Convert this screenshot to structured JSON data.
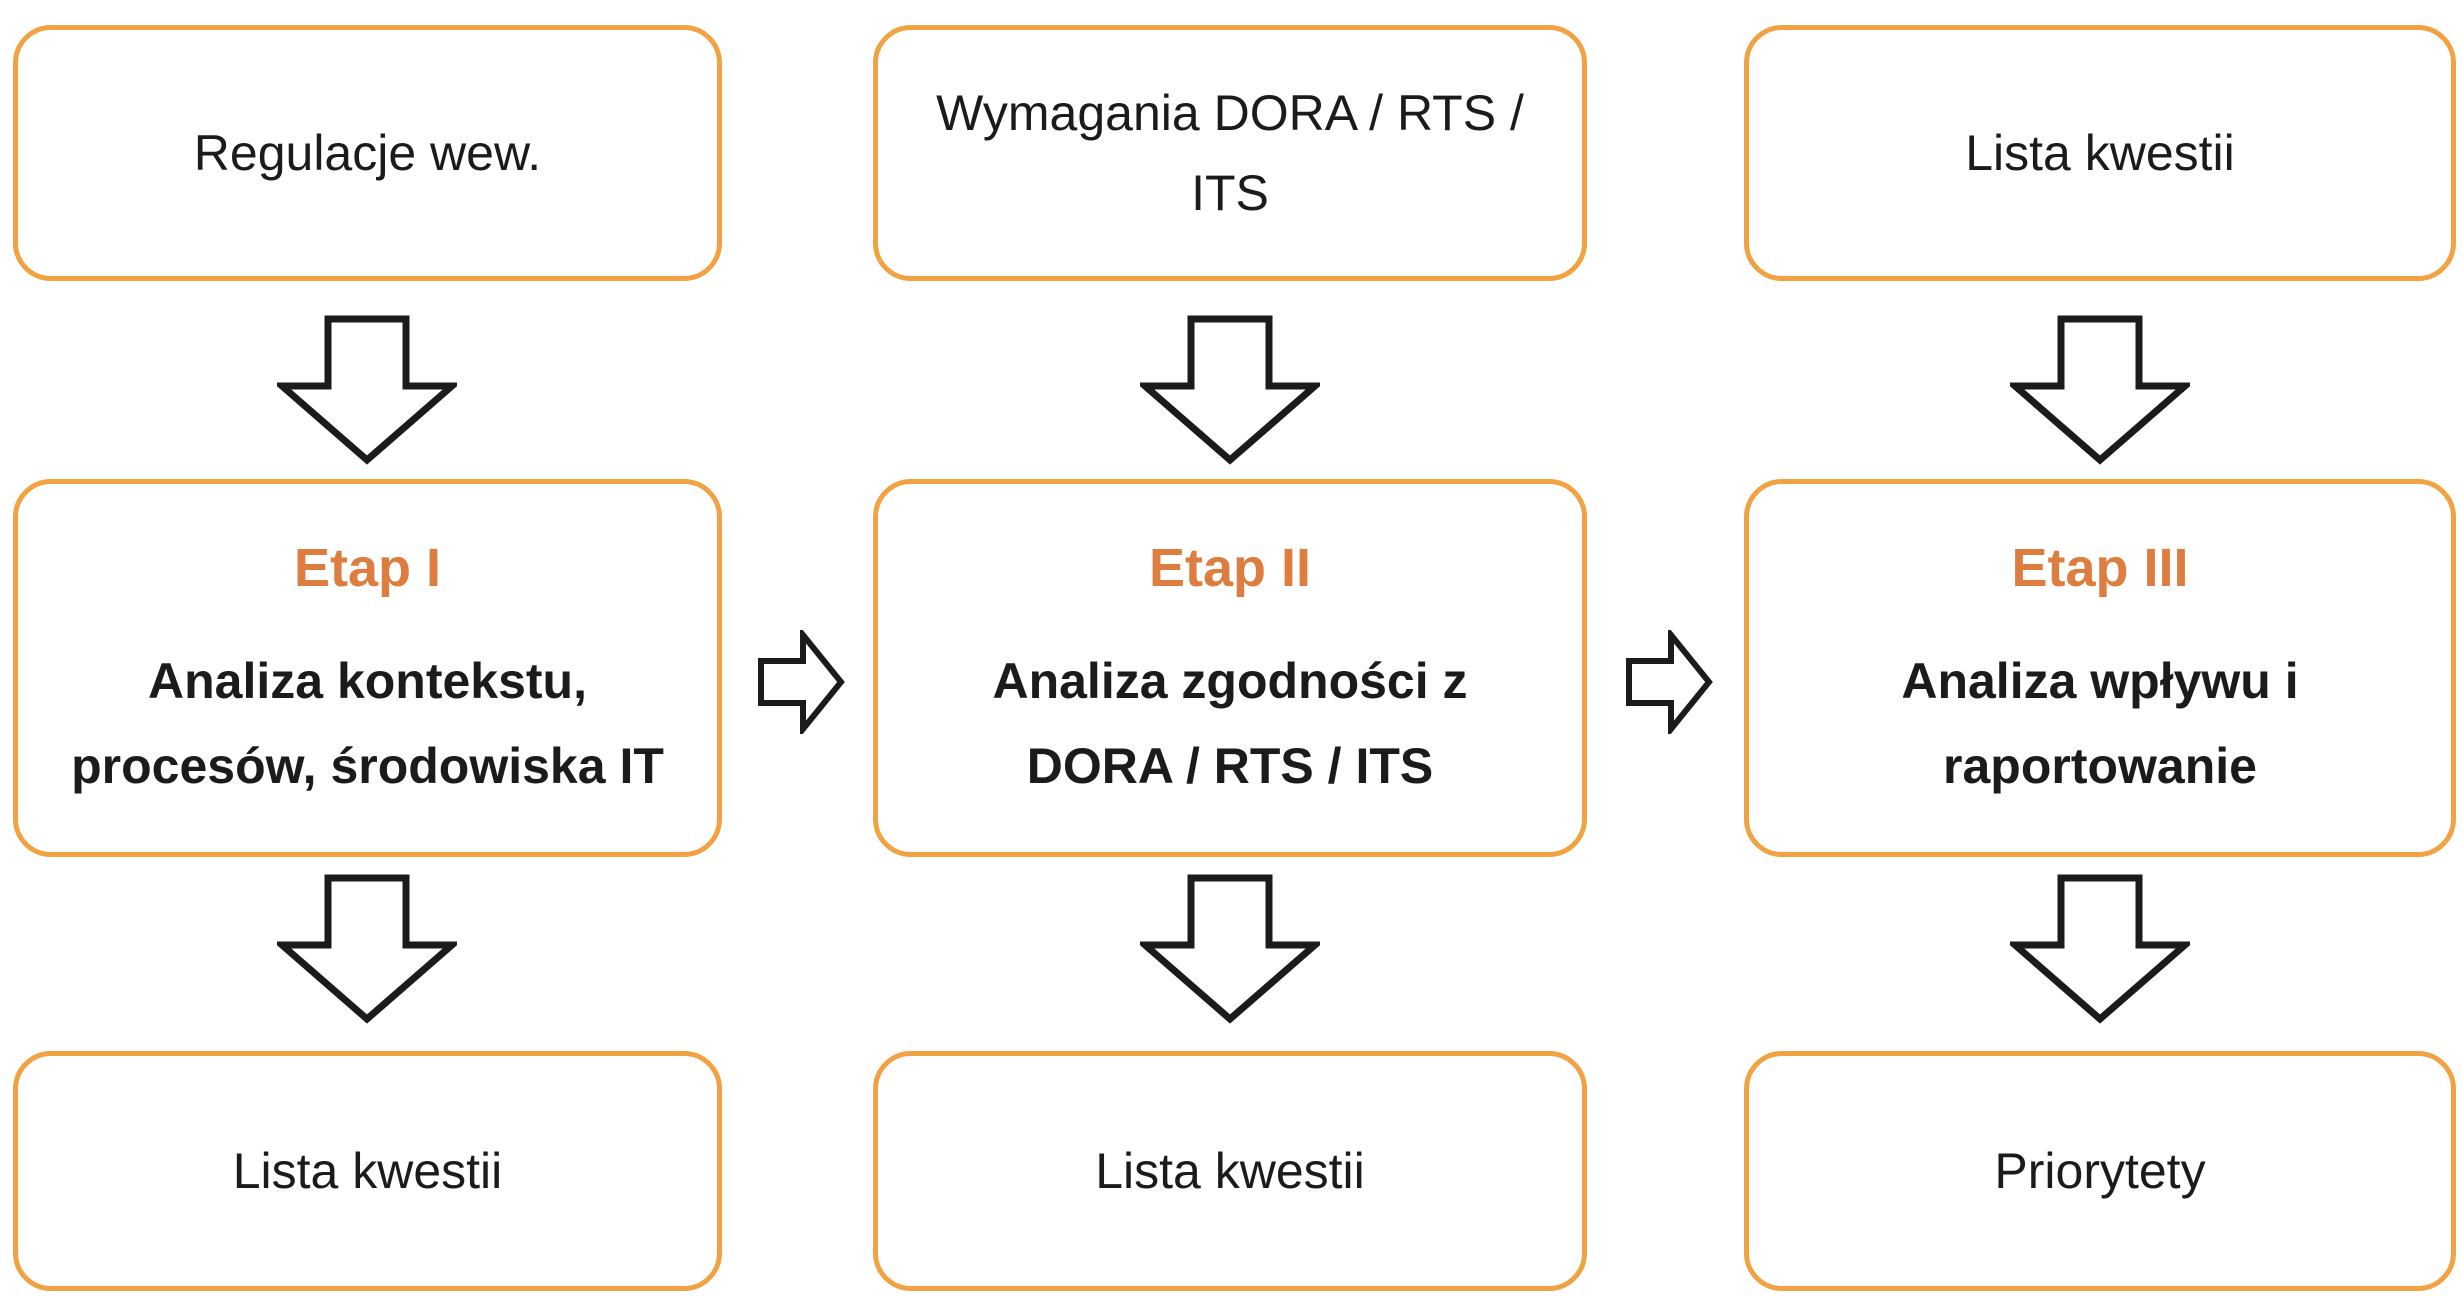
{
  "colors": {
    "background": "#FFFFFF",
    "box_border": "#F1A243",
    "stage_title": "#DD7E40",
    "text": "#1B1B1B",
    "arrow_outline": "#1B1B1B",
    "arrow_fill": "#FFFFFF"
  },
  "columns": [
    {
      "input": {
        "lines": [
          "Regulacje wew."
        ]
      },
      "stage": {
        "title": "Etap I",
        "lines": [
          "Analiza kontekstu,",
          "procesów, środowiska IT"
        ]
      },
      "output": {
        "lines": [
          "Lista kwestii"
        ]
      }
    },
    {
      "input": {
        "lines": [
          "Wymagania DORA / RTS /",
          "ITS"
        ]
      },
      "stage": {
        "title": "Etap II",
        "lines": [
          "Analiza zgodności z",
          "DORA / RTS / ITS"
        ]
      },
      "output": {
        "lines": [
          "Lista kwestii"
        ]
      }
    },
    {
      "input": {
        "lines": [
          "Lista kwestii"
        ]
      },
      "stage": {
        "title": "Etap III",
        "lines": [
          "Analiza wpływu i",
          "raportowanie"
        ]
      },
      "output": {
        "lines": [
          "Priorytety"
        ]
      }
    }
  ],
  "icons": {
    "down_arrow": "down-block-arrow",
    "right_arrow": "right-block-arrow"
  }
}
